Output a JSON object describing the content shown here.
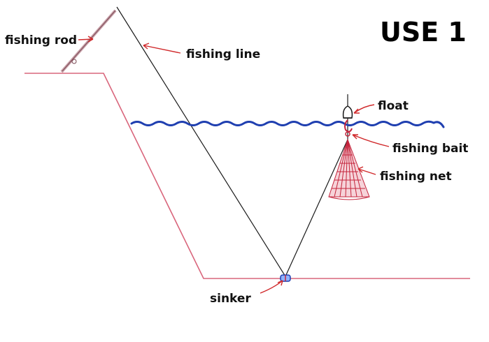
{
  "title": "USE 1",
  "labels": {
    "rod": "fishing rod",
    "line": "fishing line",
    "float": "float",
    "bait": "fishing bait",
    "net": "fishing net",
    "sinker": "sinker"
  },
  "colors": {
    "bank": "#d9667c",
    "water": "#1f3fb0",
    "line": "#1a1a1a",
    "pointer": "#d0282a",
    "net": "#c4243c"
  }
}
